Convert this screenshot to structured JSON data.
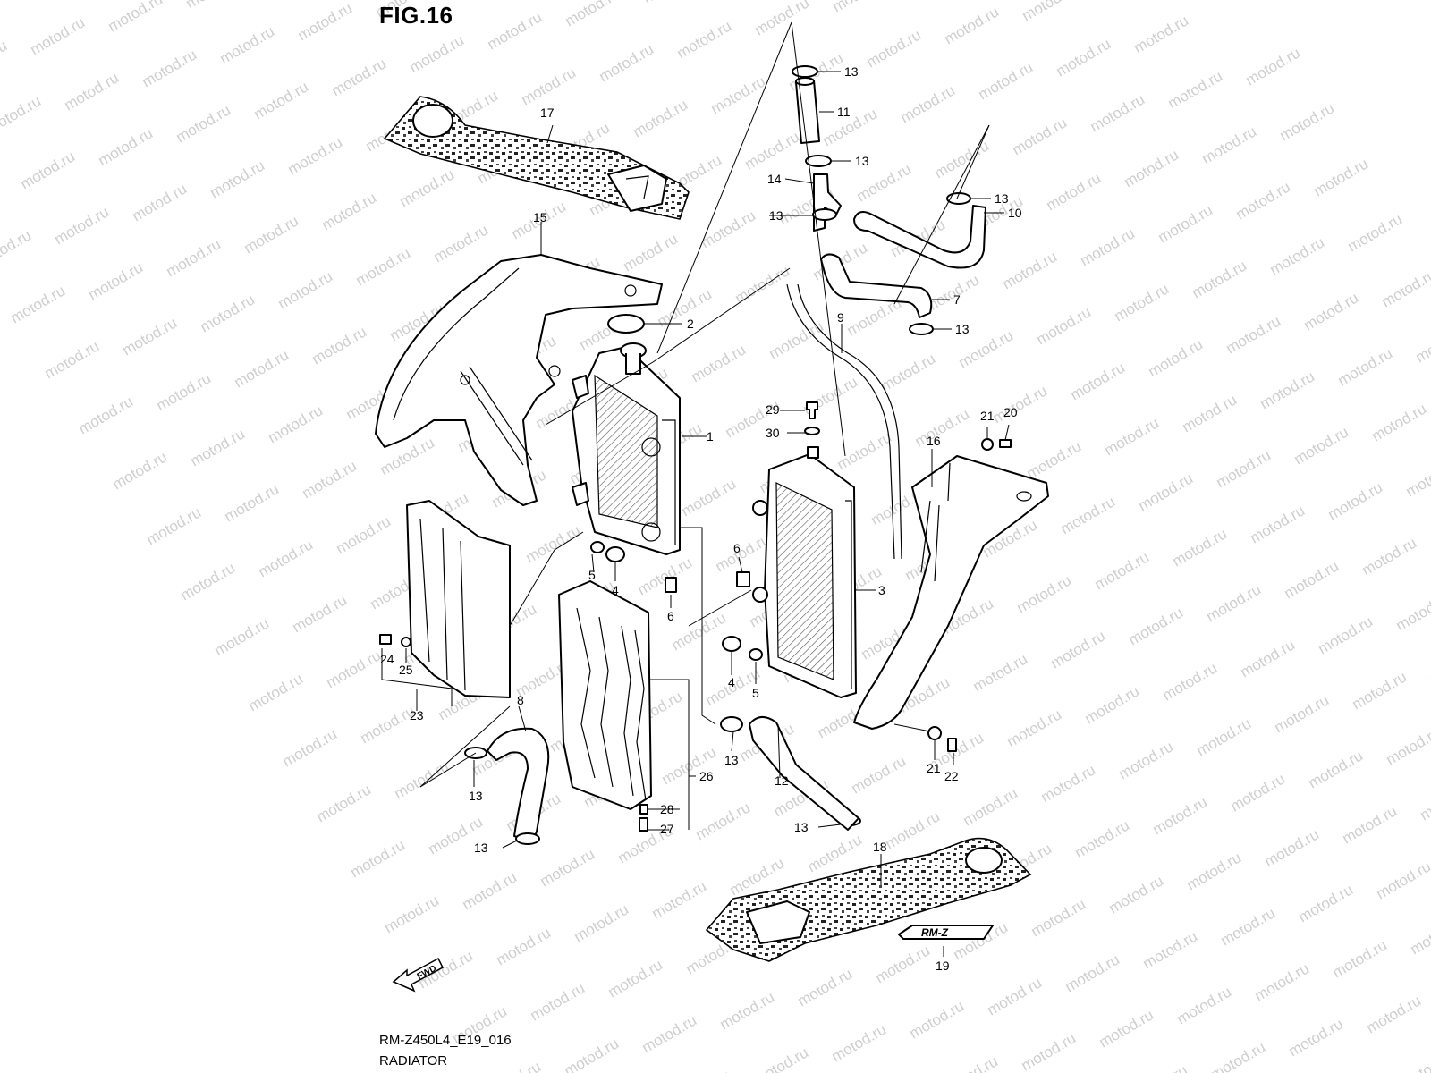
{
  "figure": {
    "title": "FIG.16"
  },
  "footer": {
    "diagram_code": "RM-Z450L4_E19_016",
    "diagram_name": "RADIATOR"
  },
  "fwd_label": "FWD",
  "decal_text": "RM-Z",
  "watermark": "motod.ru",
  "callouts": [
    {
      "id": "c1",
      "text": "1"
    },
    {
      "id": "c2",
      "text": "2"
    },
    {
      "id": "c3",
      "text": "3"
    },
    {
      "id": "c4a",
      "text": "4"
    },
    {
      "id": "c4b",
      "text": "4"
    },
    {
      "id": "c5a",
      "text": "5"
    },
    {
      "id": "c5b",
      "text": "5"
    },
    {
      "id": "c6a",
      "text": "6"
    },
    {
      "id": "c6b",
      "text": "6"
    },
    {
      "id": "c7",
      "text": "7"
    },
    {
      "id": "c8",
      "text": "8"
    },
    {
      "id": "c9",
      "text": "9"
    },
    {
      "id": "c10",
      "text": "10"
    },
    {
      "id": "c11",
      "text": "11"
    },
    {
      "id": "c12",
      "text": "12"
    },
    {
      "id": "c13a",
      "text": "13"
    },
    {
      "id": "c13b",
      "text": "13"
    },
    {
      "id": "c13c",
      "text": "13"
    },
    {
      "id": "c13d",
      "text": "13"
    },
    {
      "id": "c13e",
      "text": "13"
    },
    {
      "id": "c13f",
      "text": "13"
    },
    {
      "id": "c13g",
      "text": "13"
    },
    {
      "id": "c13h",
      "text": "13"
    },
    {
      "id": "c13i",
      "text": "13"
    },
    {
      "id": "c14",
      "text": "14"
    },
    {
      "id": "c15",
      "text": "15"
    },
    {
      "id": "c16",
      "text": "16"
    },
    {
      "id": "c17",
      "text": "17"
    },
    {
      "id": "c18",
      "text": "18"
    },
    {
      "id": "c19",
      "text": "19"
    },
    {
      "id": "c20",
      "text": "20"
    },
    {
      "id": "c21a",
      "text": "21"
    },
    {
      "id": "c21b",
      "text": "21"
    },
    {
      "id": "c22",
      "text": "22"
    },
    {
      "id": "c23",
      "text": "23"
    },
    {
      "id": "c24",
      "text": "24"
    },
    {
      "id": "c25",
      "text": "25"
    },
    {
      "id": "c26",
      "text": "26"
    },
    {
      "id": "c27",
      "text": "27"
    },
    {
      "id": "c28",
      "text": "28"
    },
    {
      "id": "c29",
      "text": "29"
    },
    {
      "id": "c30",
      "text": "30"
    }
  ]
}
